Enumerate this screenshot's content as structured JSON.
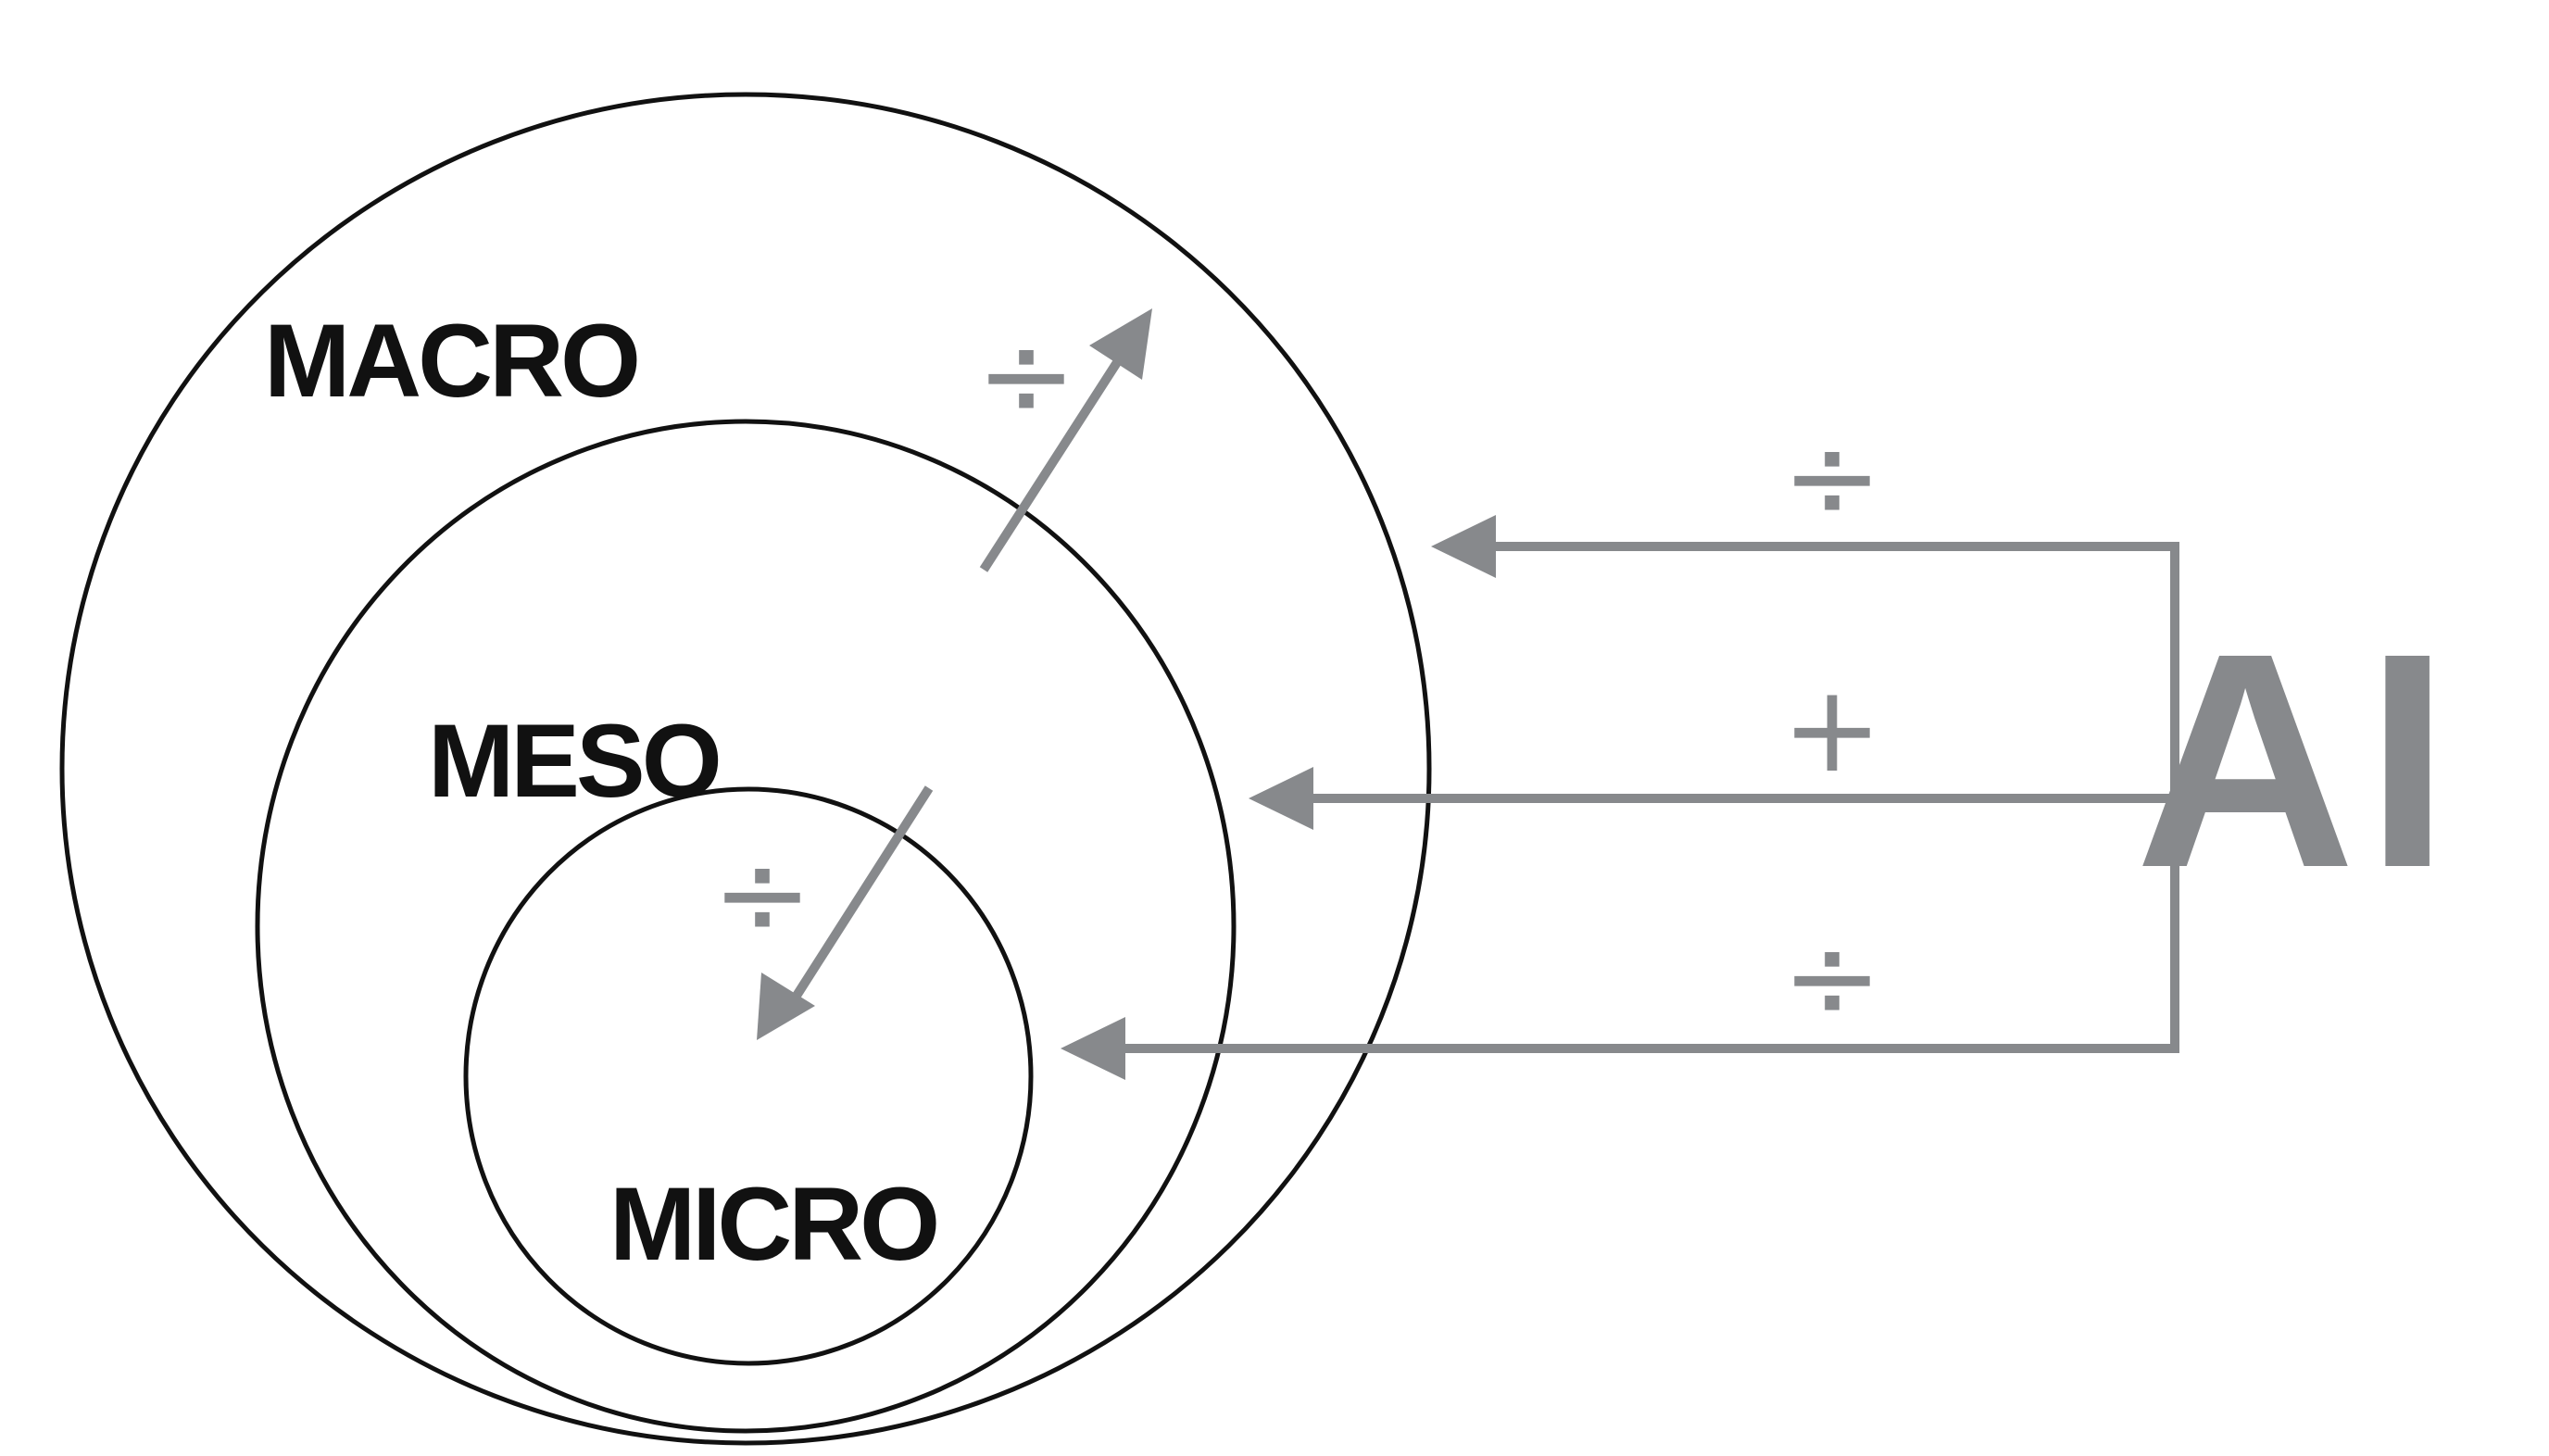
{
  "labels": {
    "macro": "MACRO",
    "meso": "MESO",
    "micro": "MICRO",
    "ai": "AI"
  },
  "operators": {
    "divide": "÷",
    "plus": "+"
  },
  "arrows": [
    {
      "from": "AI",
      "to": "MACRO",
      "operator": "÷"
    },
    {
      "from": "AI",
      "to": "MESO",
      "operator": "+"
    },
    {
      "from": "AI",
      "to": "MICRO",
      "operator": "÷"
    },
    {
      "from": "MESO",
      "to": "MACRO",
      "operator": "÷"
    },
    {
      "from": "MESO",
      "to": "MICRO",
      "operator": "÷"
    }
  ],
  "colors": {
    "ring_stroke": "#111111",
    "label_text": "#111111",
    "arrow_gray": "#87898c",
    "background": "#ffffff"
  }
}
